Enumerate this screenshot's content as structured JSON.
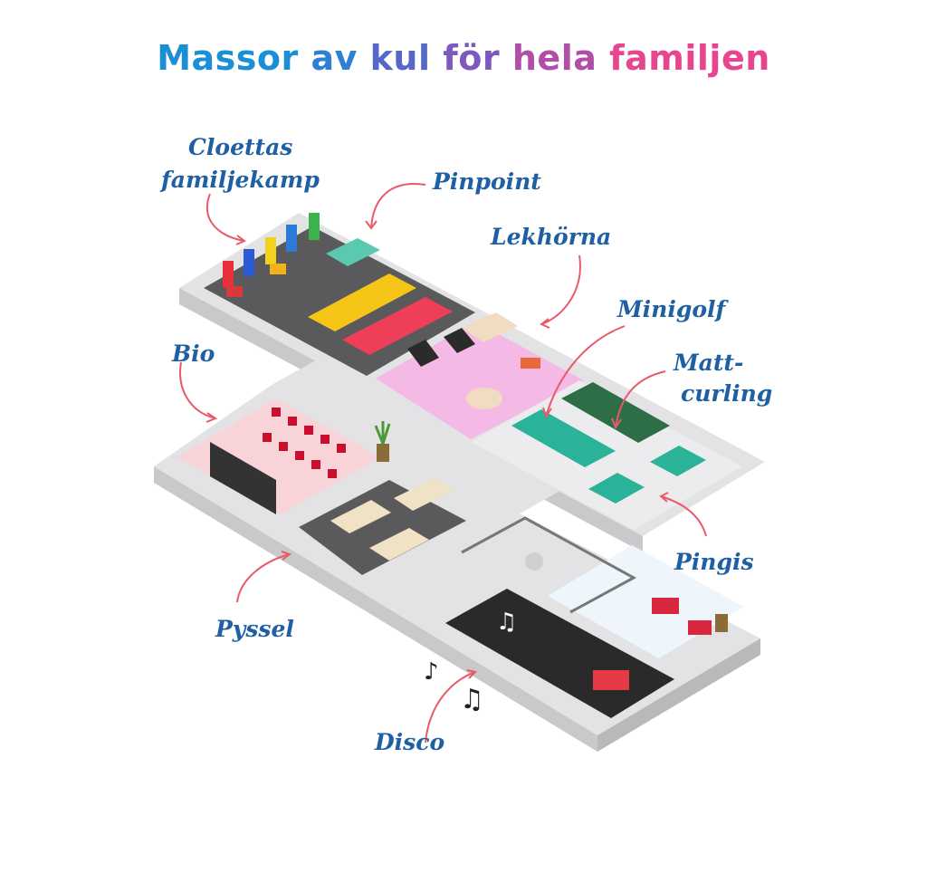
{
  "title": {
    "words": [
      "Massor",
      "av",
      "kul",
      "för",
      "hela",
      "familjen"
    ],
    "colors": [
      "#1a8fd6",
      "#2f7fd2",
      "#5567c8",
      "#7d58bf",
      "#b04ea8",
      "#e8458f"
    ]
  },
  "labels": {
    "cloettas_line1": "Cloettas",
    "cloettas_line2": "familjekamp",
    "pinpoint": "Pinpoint",
    "lekhorna": "Lekhörna",
    "minigolf": "Minigolf",
    "mattcurling_line1": "Matt-",
    "mattcurling_line2": "curling",
    "bio": "Bio",
    "pingis": "Pingis",
    "pyssel": "Pyssel",
    "disco": "Disco"
  },
  "colors": {
    "label": "#1f5fa3",
    "arrow": "#e85a6a",
    "floor_grey": "#e3e3e5",
    "floor_dark": "#5a5a5c",
    "floor_pink": "#f5b9e6",
    "bio_pink": "#f8d4d8",
    "disco_black": "#2a2a2a"
  }
}
